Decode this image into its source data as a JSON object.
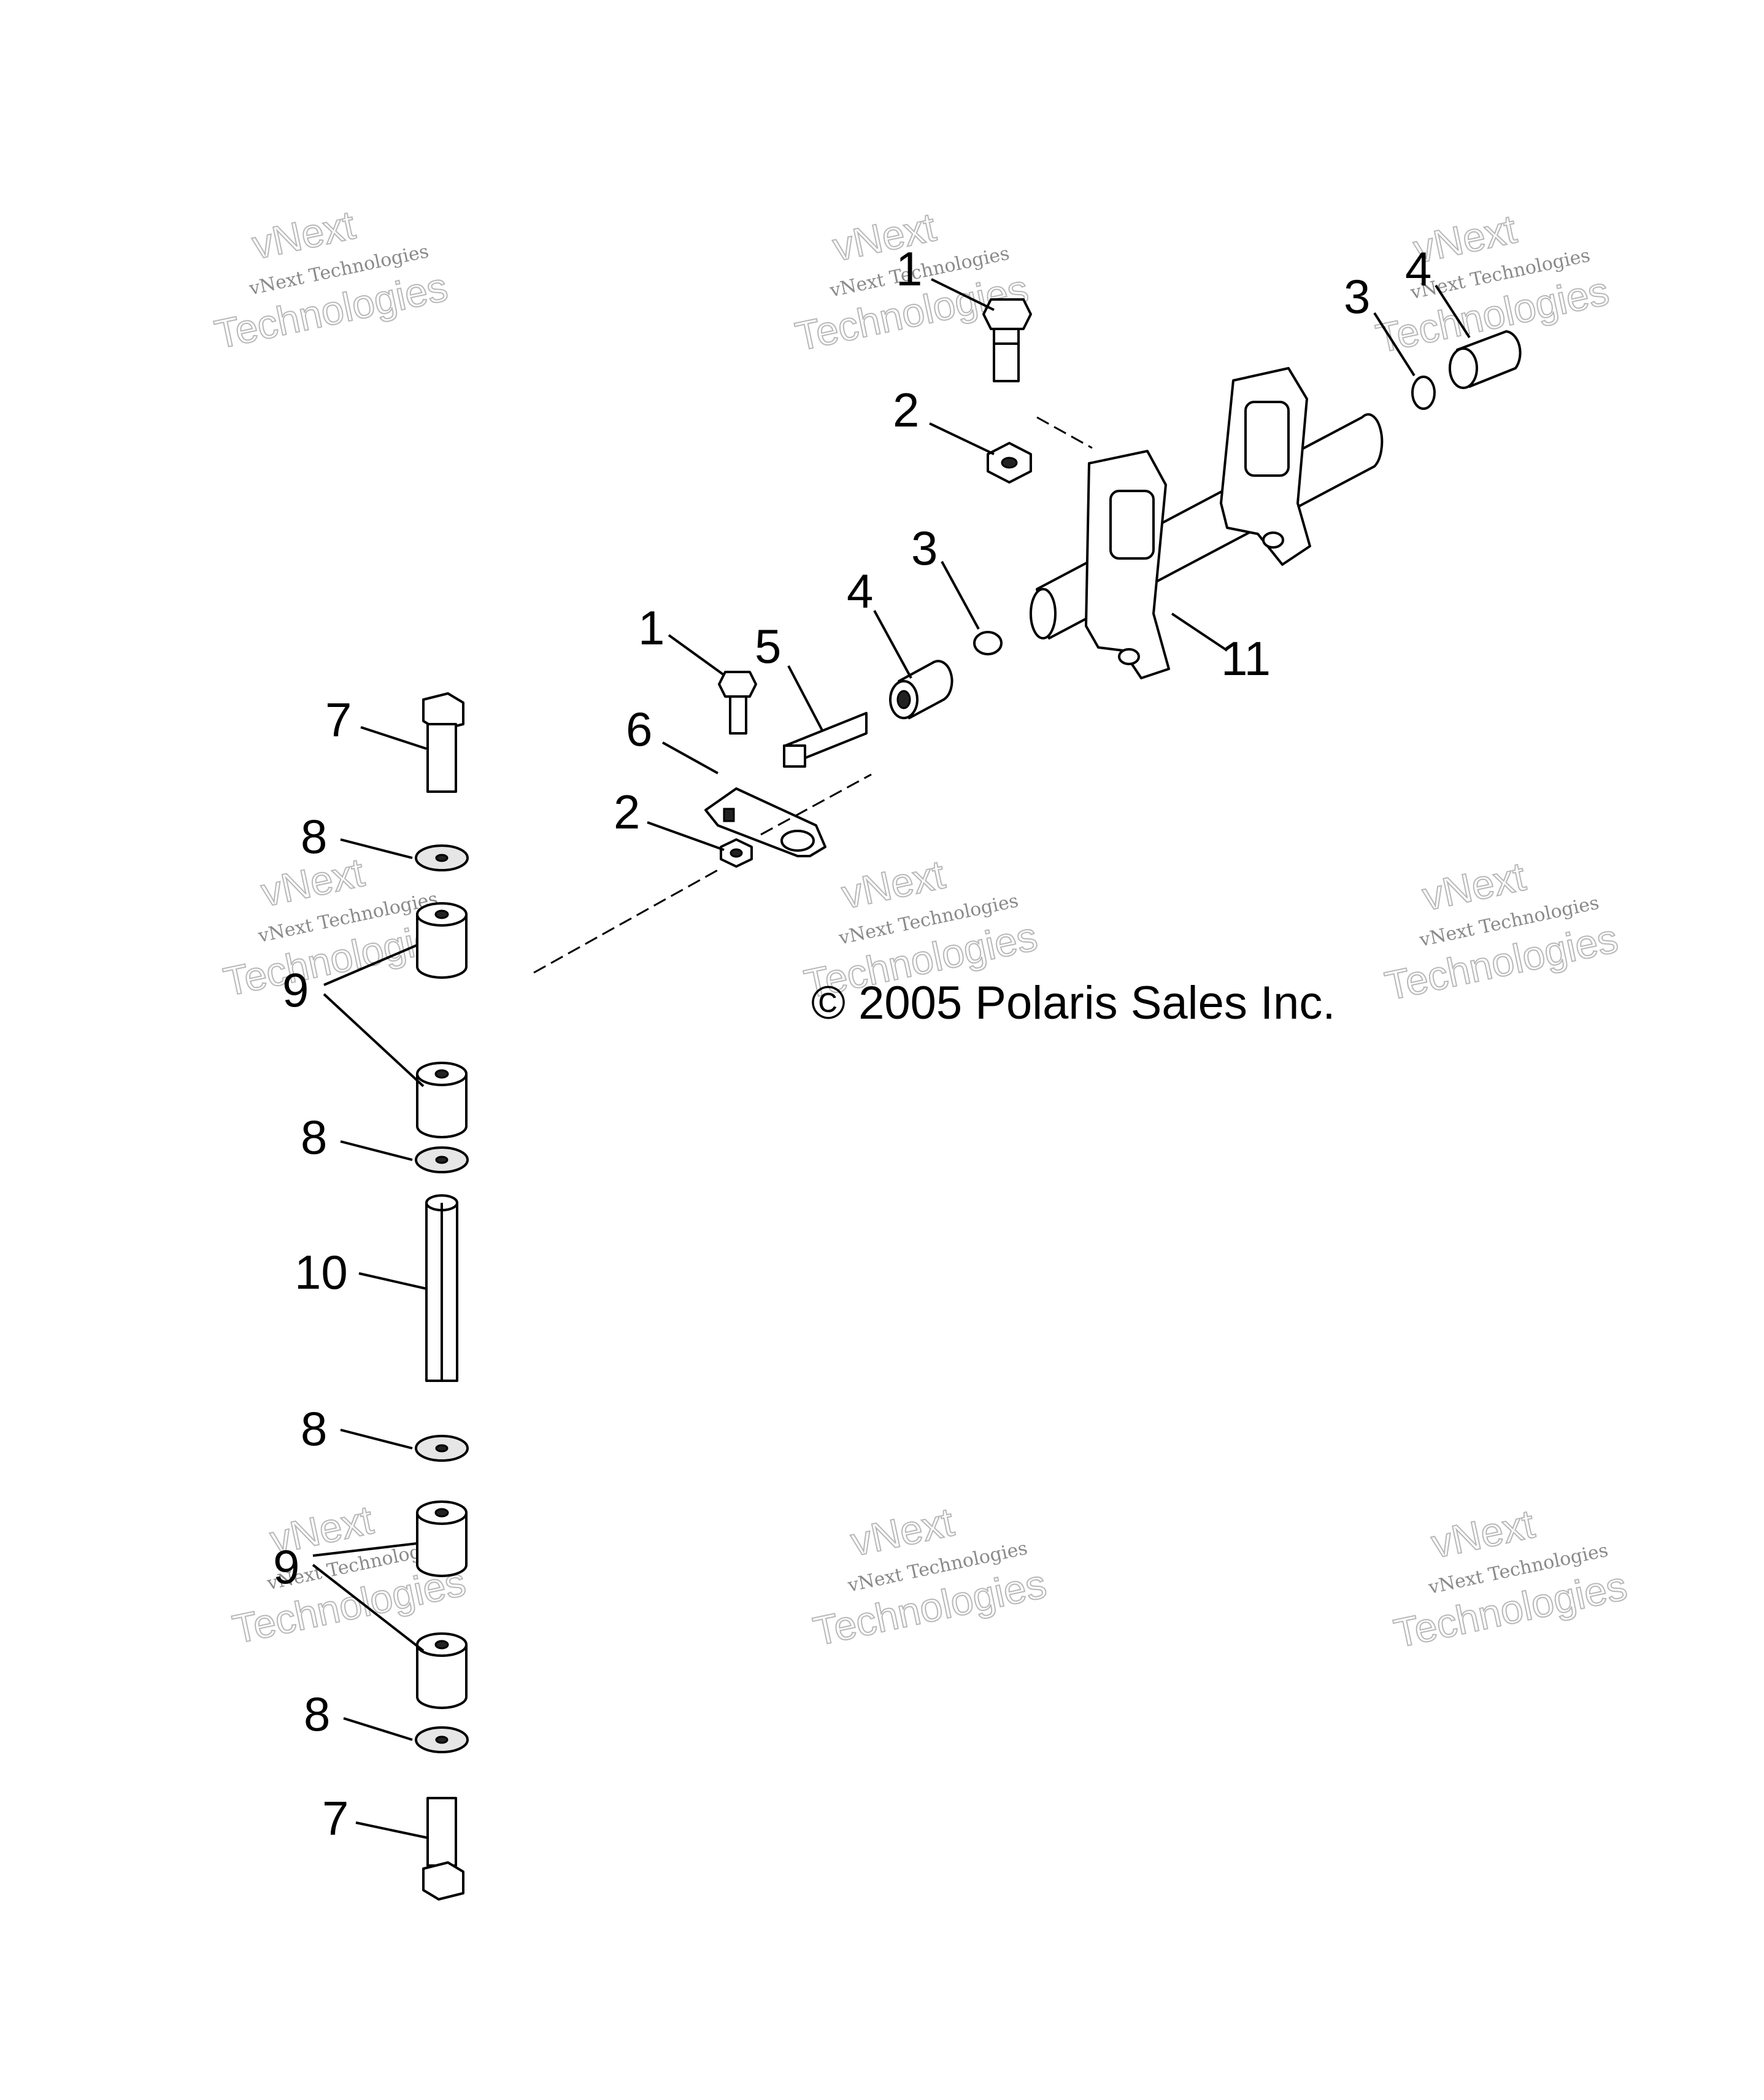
{
  "copyright": "© 2005 Polaris Sales Inc.",
  "watermark": {
    "brand": "vNext",
    "company": "vNext Technologies",
    "word": "Technologies"
  },
  "callouts": {
    "c1_top": "1",
    "c2_top": "2",
    "c3_top": "3",
    "c4_top": "4",
    "c3_mid": "3",
    "c4_mid": "4",
    "c11": "11",
    "c1_mid": "1",
    "c5": "5",
    "c6": "6",
    "c2_mid": "2",
    "c7_top": "7",
    "c8_a": "8",
    "c9_top": "9",
    "c8_b": "8",
    "c10": "10",
    "c8_c": "8",
    "c9_bottom": "9",
    "c8_d": "8",
    "c7_bottom": "7"
  }
}
